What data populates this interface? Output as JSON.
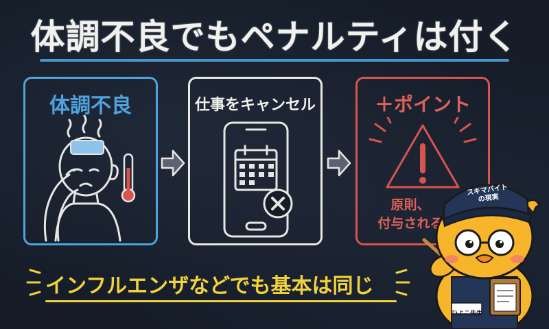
{
  "title": "体調不良でもペナルティは付く",
  "panels": [
    {
      "label": "体調不良"
    },
    {
      "label": "仕事をキャンセル"
    },
    {
      "label": "＋ポイント",
      "note_line1": "原則、",
      "note_line2": "付与される"
    }
  ],
  "bottom_text": "インフルエンザなどでも基本は同じ",
  "mascot": {
    "hat_line1": "スキマバイト",
    "hat_line2": "の現実",
    "badge": "ひよこ先生"
  },
  "colors": {
    "background": "#161d29",
    "blue": "#4fa3df",
    "white": "#e8e8e6",
    "red": "#d9534f",
    "yellow": "#f2d33c",
    "mascot_yellow": "#f7b52c"
  }
}
